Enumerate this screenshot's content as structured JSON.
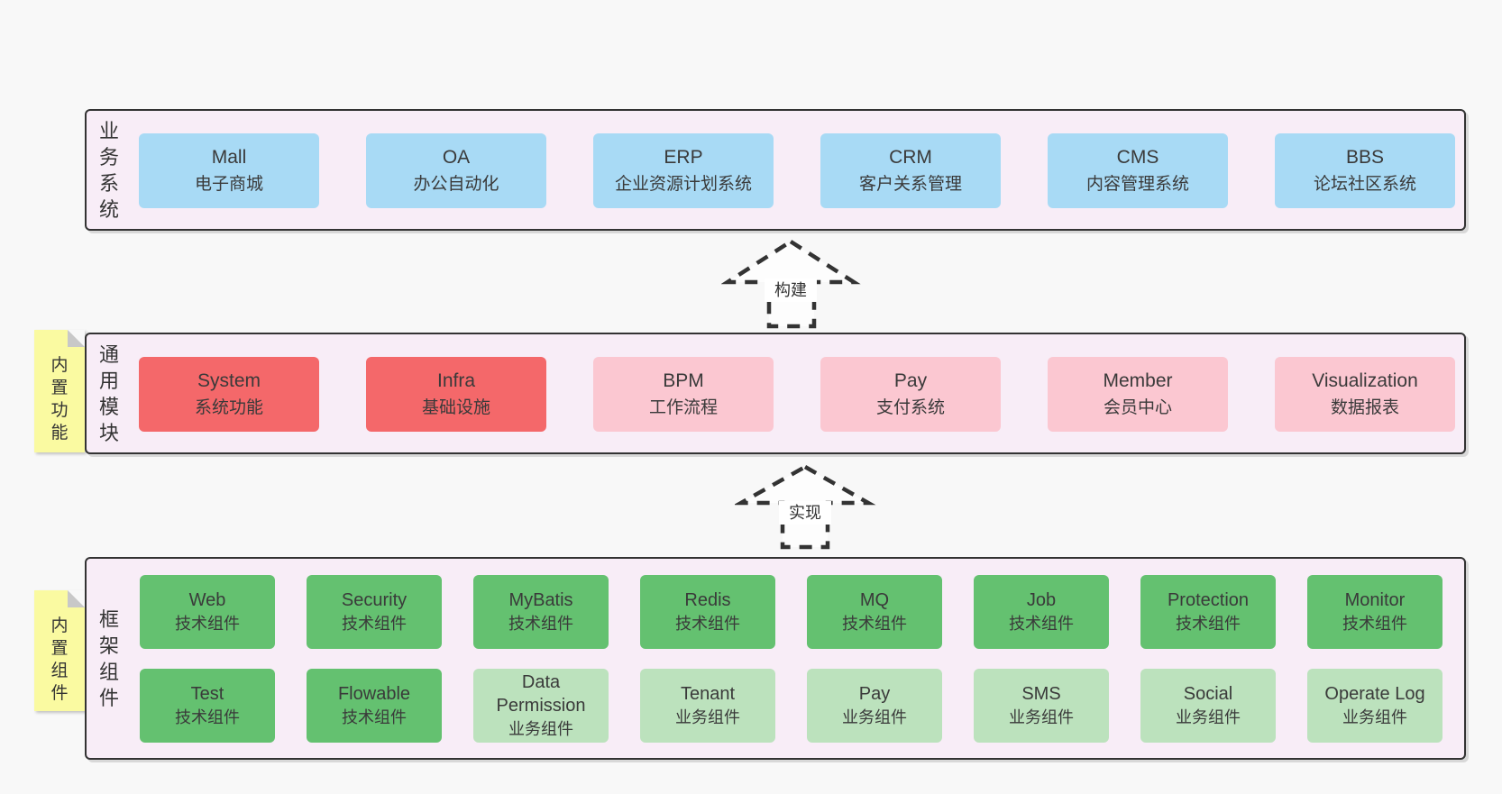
{
  "colors": {
    "page_bg": "#f8f8f8",
    "panel_bg": "#f8edf7",
    "panel_border": "#333333",
    "blue": "#a8daf5",
    "red": "#f4686a",
    "pink": "#fbc7d1",
    "green": "#64c170",
    "light_green": "#bce2bd",
    "yellow_tab": "#fafaa1",
    "fold_gray": "#c8c8c8",
    "text": "#3a3a3a"
  },
  "arrows": [
    {
      "label": "构建"
    },
    {
      "label": "实现"
    }
  ],
  "layers": [
    {
      "label": "业务系统",
      "boxes": [
        {
          "title": "Mall",
          "subtitle": "电子商城",
          "color": "blue"
        },
        {
          "title": "OA",
          "subtitle": "办公自动化",
          "color": "blue"
        },
        {
          "title": "ERP",
          "subtitle": "企业资源计划系统",
          "color": "blue"
        },
        {
          "title": "CRM",
          "subtitle": "客户关系管理",
          "color": "blue"
        },
        {
          "title": "CMS",
          "subtitle": "内容管理系统",
          "color": "blue"
        },
        {
          "title": "BBS",
          "subtitle": "论坛社区系统",
          "color": "blue"
        }
      ]
    },
    {
      "label": "通用模块",
      "tab": "内置功能",
      "boxes": [
        {
          "title": "System",
          "subtitle": "系统功能",
          "color": "red"
        },
        {
          "title": "Infra",
          "subtitle": "基础设施",
          "color": "red"
        },
        {
          "title": "BPM",
          "subtitle": "工作流程",
          "color": "pink"
        },
        {
          "title": "Pay",
          "subtitle": "支付系统",
          "color": "pink"
        },
        {
          "title": "Member",
          "subtitle": "会员中心",
          "color": "pink"
        },
        {
          "title": "Visualization",
          "subtitle": "数据报表",
          "color": "pink"
        }
      ]
    },
    {
      "label": "框架组件",
      "tab": "内置组件",
      "rows": [
        [
          {
            "title": "Web",
            "subtitle": "技术组件",
            "color": "green"
          },
          {
            "title": "Security",
            "subtitle": "技术组件",
            "color": "green"
          },
          {
            "title": "MyBatis",
            "subtitle": "技术组件",
            "color": "green"
          },
          {
            "title": "Redis",
            "subtitle": "技术组件",
            "color": "green"
          },
          {
            "title": "MQ",
            "subtitle": "技术组件",
            "color": "green"
          },
          {
            "title": "Job",
            "subtitle": "技术组件",
            "color": "green"
          },
          {
            "title": "Protection",
            "subtitle": "技术组件",
            "color": "green"
          },
          {
            "title": "Monitor",
            "subtitle": "技术组件",
            "color": "green"
          }
        ],
        [
          {
            "title": "Test",
            "subtitle": "技术组件",
            "color": "green"
          },
          {
            "title": "Flowable",
            "subtitle": "技术组件",
            "color": "green"
          },
          {
            "title": "Data Permission",
            "subtitle": "业务组件",
            "color": "lightgreen"
          },
          {
            "title": "Tenant",
            "subtitle": "业务组件",
            "color": "lightgreen"
          },
          {
            "title": "Pay",
            "subtitle": "业务组件",
            "color": "lightgreen"
          },
          {
            "title": "SMS",
            "subtitle": "业务组件",
            "color": "lightgreen"
          },
          {
            "title": "Social",
            "subtitle": "业务组件",
            "color": "lightgreen"
          },
          {
            "title": "Operate Log",
            "subtitle": "业务组件",
            "color": "lightgreen"
          }
        ]
      ]
    }
  ]
}
